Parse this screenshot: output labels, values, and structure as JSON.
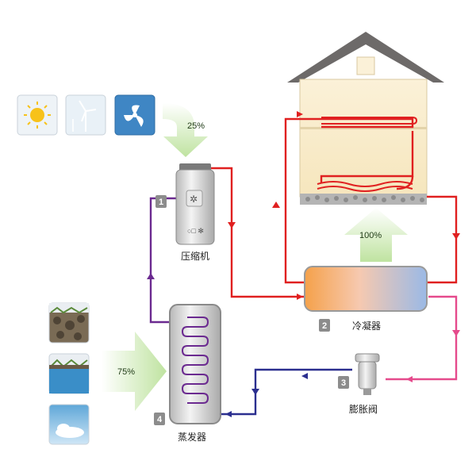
{
  "components": {
    "compressor": {
      "number": "1",
      "label": "压缩机"
    },
    "condenser": {
      "number": "2",
      "label": "冷凝器"
    },
    "expansion_valve": {
      "number": "3",
      "label": "膨胀阀"
    },
    "evaporator": {
      "number": "4",
      "label": "蒸发器"
    }
  },
  "percentages": {
    "air_energy": "25%",
    "ambient_energy": "75%",
    "heat_output": "100%"
  },
  "icons": {
    "top_row": [
      "sun-icon",
      "wind-turbine-icon",
      "fan-icon"
    ],
    "left_column": [
      "soil-icon",
      "water-icon",
      "sky-icon"
    ]
  },
  "colors": {
    "hot_line": "#e02020",
    "warm_line": "#e54a8c",
    "cold_line": "#2b2f8f",
    "suction_line": "#6b2a90",
    "energy_arrow": "#c8e6a8"
  }
}
